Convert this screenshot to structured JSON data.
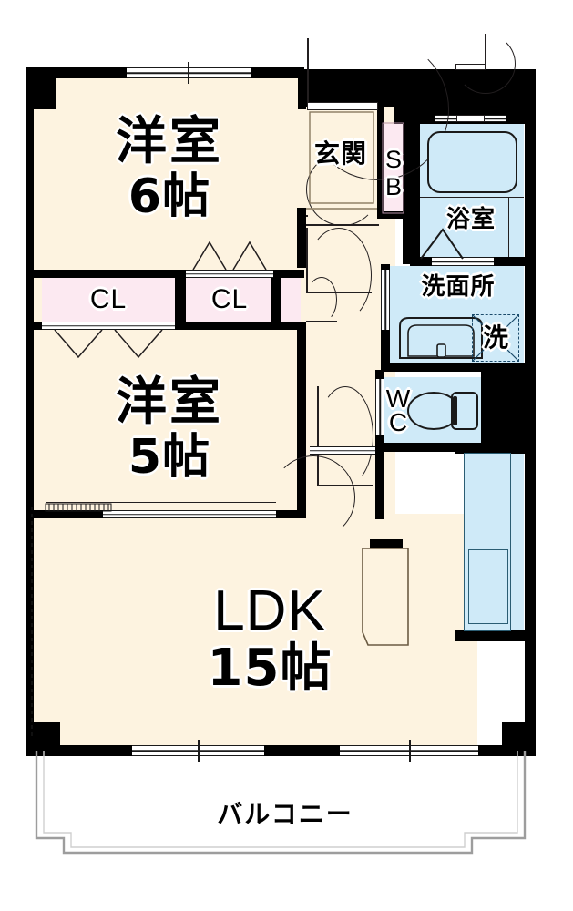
{
  "plan": {
    "title": "間取り図",
    "type": "2LDK apartment floor plan",
    "background_color": "#ffffff",
    "colors": {
      "room_fill": "#fdf3e0",
      "closet_fill": "#fce9f1",
      "water_area_fill": "#cfeaf8",
      "wall": "#000000",
      "line": "#231f20",
      "balcony_line": "#9d9d9d"
    }
  },
  "rooms": [
    {
      "id": "washitsu6",
      "label_main": "洋室",
      "label_sub": "6帖",
      "fill": "#fdf3e0"
    },
    {
      "id": "washitsu5",
      "label_main": "洋室",
      "label_sub": "5帖",
      "fill": "#fdf3e0"
    },
    {
      "id": "ldk",
      "label_main": "LDK",
      "label_sub": "15帖",
      "fill": "#fdf3e0"
    },
    {
      "id": "genkan",
      "label_main": "玄関",
      "label_sub": "",
      "fill": "#fdf3e0"
    },
    {
      "id": "shoebox",
      "label_main": "S",
      "label_sub": "B",
      "fill": "#fce9f1"
    },
    {
      "id": "bathroom",
      "label_main": "浴室",
      "label_sub": "",
      "fill": "#cfeaf8"
    },
    {
      "id": "washroom",
      "label_main": "洗面所",
      "label_sub": "",
      "fill": "#cfeaf8"
    },
    {
      "id": "toilet",
      "label_main": "W",
      "label_sub": "C",
      "fill": "#cfeaf8"
    },
    {
      "id": "closet1",
      "label_main": "CL",
      "label_sub": "",
      "fill": "#fce9f1"
    },
    {
      "id": "closet2",
      "label_main": "CL",
      "label_sub": "",
      "fill": "#fce9f1"
    },
    {
      "id": "balcony",
      "label_main": "バルコニー",
      "label_sub": "",
      "fill": "#ffffff"
    }
  ],
  "labels": {
    "washitsu6_main": "洋室",
    "washitsu6_sub": "6帖",
    "washitsu5_main": "洋室",
    "washitsu5_sub": "5帖",
    "ldk_main": "LDK",
    "ldk_sub": "15帖",
    "genkan": "玄関",
    "shoebox_top": "S",
    "shoebox_bottom": "B",
    "bathroom": "浴室",
    "washroom": "洗面所",
    "washer": "洗",
    "toilet_top": "W",
    "toilet_bottom": "C",
    "closet_left": "CL",
    "closet_right": "CL",
    "balcony": "バルコニー"
  },
  "fixtures": [
    {
      "name": "bathtub",
      "room": "bathroom"
    },
    {
      "name": "vanity-sink",
      "room": "washroom"
    },
    {
      "name": "washer-space",
      "room": "washroom",
      "label": "洗"
    },
    {
      "name": "toilet-bowl",
      "room": "toilet"
    },
    {
      "name": "kitchen-counter",
      "room": "ldk"
    },
    {
      "name": "entry-step",
      "room": "genkan"
    }
  ],
  "openings": {
    "entrance_door": "玄関ドア",
    "bedroom6_window": "窓",
    "ldk_window_left": "窓",
    "ldk_window_right": "窓",
    "bedroom5_sliding": "引戸",
    "closet_folding_doors": "折戸",
    "bathroom_door": "折戸",
    "toilet_door": "開き戸",
    "pipe_shaft_door": "点検口"
  }
}
